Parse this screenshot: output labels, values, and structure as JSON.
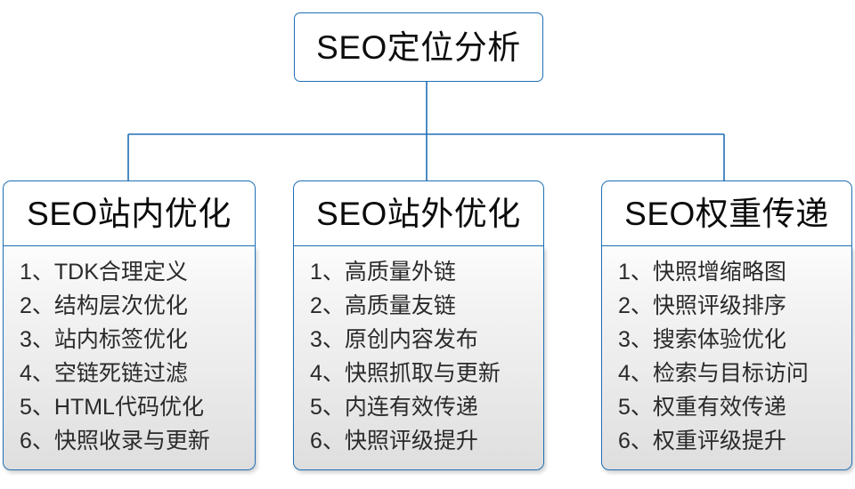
{
  "diagram": {
    "root": {
      "title": "SEO定位分析"
    },
    "connector_color": "#1f6fb5",
    "branches": [
      {
        "header": "SEO站内优化",
        "items": [
          {
            "index": "1、",
            "label": "TDK合理定义"
          },
          {
            "index": "2、",
            "label": "结构层次优化"
          },
          {
            "index": "3、",
            "label": "站内标签优化"
          },
          {
            "index": "4、",
            "label": "空链死链过滤"
          },
          {
            "index": "5、",
            "label": "HTML代码优化"
          },
          {
            "index": "6、",
            "label": "快照收录与更新"
          }
        ]
      },
      {
        "header": "SEO站外优化",
        "items": [
          {
            "index": "1、",
            "label": "高质量外链"
          },
          {
            "index": "2、",
            "label": "高质量友链"
          },
          {
            "index": "3、",
            "label": "原创内容发布"
          },
          {
            "index": "4、",
            "label": "快照抓取与更新"
          },
          {
            "index": "5、",
            "label": "内连有效传递"
          },
          {
            "index": "6、",
            "label": "快照评级提升"
          }
        ]
      },
      {
        "header": "SEO权重传递",
        "items": [
          {
            "index": "1、",
            "label": "快照增缩略图"
          },
          {
            "index": "2、",
            "label": "快照评级排序"
          },
          {
            "index": "3、",
            "label": "搜索体验优化"
          },
          {
            "index": "4、",
            "label": "检索与目标访问"
          },
          {
            "index": "5、",
            "label": "权重有效传递"
          },
          {
            "index": "6、",
            "label": "权重评级提升"
          }
        ]
      }
    ]
  }
}
